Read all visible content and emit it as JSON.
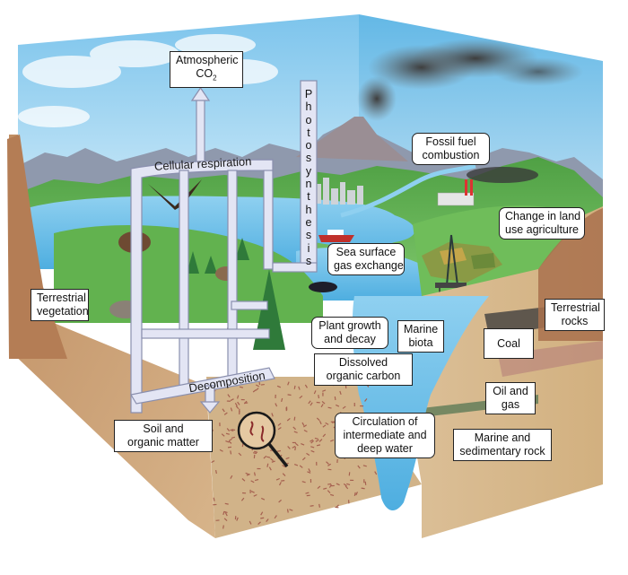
{
  "diagram": {
    "title": "Carbon cycle block diagram",
    "colors": {
      "sky": "#6cbde8",
      "water": "#5db6e4",
      "grass": "#5aa54a",
      "soil": "#c9a77c",
      "soil_dark": "#b48660",
      "rock_right": "#b88c66",
      "mountain": "#8d97ab",
      "arrow_fill": "#e3e5f4",
      "arrow_stroke": "#8a8fae",
      "smoke": "#4a4a4a"
    },
    "labels": {
      "atmospheric_co2": {
        "line1": "Atmospheric",
        "line2": "CO",
        "sub": "2"
      },
      "fossil_fuel": {
        "line1": "Fossil fuel",
        "line2": "combustion"
      },
      "land_use": {
        "line1": "Change in land",
        "line2": "use agriculture"
      },
      "sea_surface": {
        "line1": "Sea surface",
        "line2": "gas exchange"
      },
      "terrestrial_vegetation": {
        "line1": "Terrestrial",
        "line2": "vegetation"
      },
      "plant_growth": {
        "line1": "Plant growth",
        "line2": "and decay"
      },
      "marine_biota": {
        "line1": "Marine",
        "line2": "biota"
      },
      "terrestrial_rocks": {
        "line1": "Terrestrial",
        "line2": "rocks"
      },
      "coal": {
        "line1": "Coal"
      },
      "dissolved_carbon": {
        "line1": "Dissolved",
        "line2": "organic carbon"
      },
      "oil_gas": {
        "line1": "Oil and",
        "line2": "gas"
      },
      "soil_organic": {
        "line1": "Soil and",
        "line2": "organic matter"
      },
      "circulation": {
        "line1": "Circulation of",
        "line2": "intermediate and",
        "line3": "deep water"
      },
      "marine_sedimentary": {
        "line1": "Marine and",
        "line2": "sedimentary rock"
      }
    },
    "flows": {
      "cellular_respiration": "Cellular respiration",
      "decomposition": "Decomposition",
      "photosynthesis": [
        "P",
        "h",
        "o",
        "t",
        "o",
        "s",
        "y",
        "n",
        "t",
        "h",
        "e",
        "s",
        "i",
        "s"
      ]
    }
  }
}
